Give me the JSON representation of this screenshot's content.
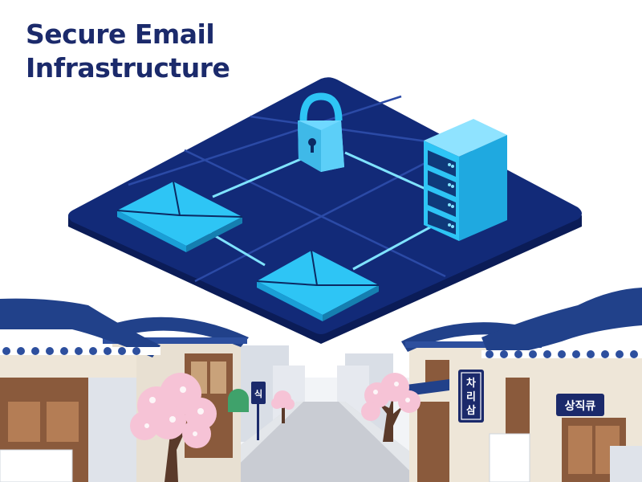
{
  "header": {
    "title_line1": "Secure Email",
    "title_line2": "Infrastructure"
  },
  "signs": {
    "vertical_sign": [
      "차",
      "리",
      "삼"
    ],
    "right_signboard": "상직큐",
    "small_sign_left": "식"
  },
  "icons": [
    "padlock-icon",
    "envelope-icon",
    "server-icon",
    "hanok-roof-icon",
    "cherry-blossom-tree-icon"
  ],
  "colors": {
    "title": "#1b2a6b",
    "platform": "#122a78",
    "platform_edge": "#0b1c57",
    "accent_cyan": "#2ec5f5",
    "roof_blue": "#21418a",
    "blossom_pink": "#f6c3d6",
    "wood_brown": "#8a5a3c"
  }
}
